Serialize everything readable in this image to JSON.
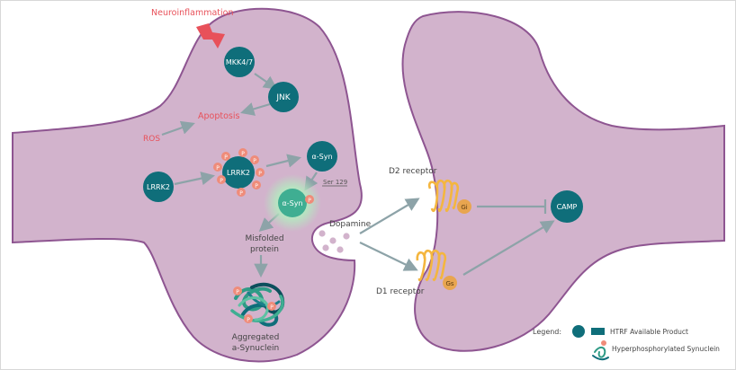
{
  "labels": {
    "neuroinflammation": "Neuroinflammation",
    "apoptosis": "Apoptosis",
    "ros": "ROS",
    "dopamine": "Dopamine",
    "d2_receptor": "D2 receptor",
    "d1_receptor": "D1 receptor",
    "misfolded_line1": "Misfolded",
    "misfolded_line2": "protein",
    "aggregated_line1": "Aggregated",
    "aggregated_line2": "a-Synuclein",
    "ser129": "Ser 129"
  },
  "nodes": {
    "mkk": "MKK4/7",
    "jnk": "JNK",
    "lrrk2_left": "LRRK2",
    "lrrk2_center": "LRRK2",
    "asyn": "α-Syn",
    "asyn_glow": "α-Syn",
    "camp": "CAMP",
    "gi": "Gi",
    "gs": "Gs"
  },
  "phospho_label": "P",
  "legend": {
    "title": "Legend:",
    "htrf": "HTRF Available Product",
    "hyper": "Hyperphosphorylated Synuclein"
  },
  "colors": {
    "cell_fill": "#d2b3cc",
    "cell_stroke": "#8e5591",
    "node": "#0f6e7a",
    "node_glow": "#3fae92",
    "phospho": "#ef8c7a",
    "red_text": "#e8515a",
    "arrow": "#8da3a8",
    "receptor": "#f4b63f",
    "gprotein": "#e8a54f"
  }
}
